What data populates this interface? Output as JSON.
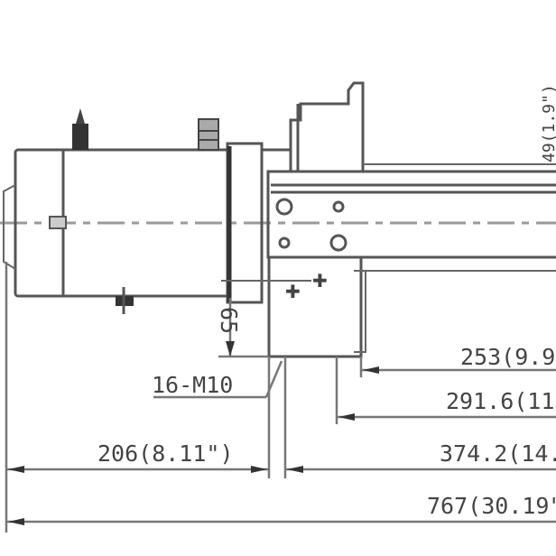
{
  "dimensions": {
    "d253": "253(9.9",
    "d291": "291.6(11.",
    "d374": "374.2(14.",
    "d767": "767(30.19\"",
    "d206": "206(8.11\")",
    "d65": "65",
    "thread": "16-M10",
    "d49": "49(1.9\")"
  }
}
